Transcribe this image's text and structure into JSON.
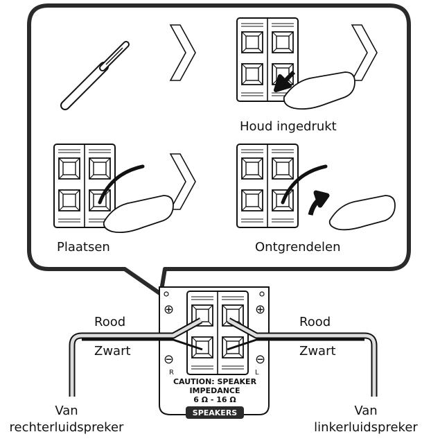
{
  "steps": {
    "hold": "Houd ingedrukt",
    "insert": "Plaatsen",
    "release": "Ontgrendelen"
  },
  "wires": {
    "red_left": "Rood",
    "black_left": "Zwart",
    "red_right": "Rood",
    "black_right": "Zwart"
  },
  "sources": {
    "right_speaker_line1": "Van",
    "right_speaker_line2": "rechterluidspreker",
    "left_speaker_line1": "Van",
    "left_speaker_line2": "linkerluidspreker"
  },
  "panel": {
    "plus_symbol": "⊕",
    "minus_symbol": "⊖",
    "channel_right": "R",
    "channel_left": "L",
    "caution_line1": "CAUTION: SPEAKER",
    "caution_line2": "IMPEDANCE",
    "caution_line3": "6 Ω - 16 Ω",
    "badge": "SPEAKERS"
  },
  "icons": [
    "wire-end-icon",
    "terminal-icon",
    "finger-icon",
    "next-arrow-icon",
    "release-arrow-icon"
  ]
}
